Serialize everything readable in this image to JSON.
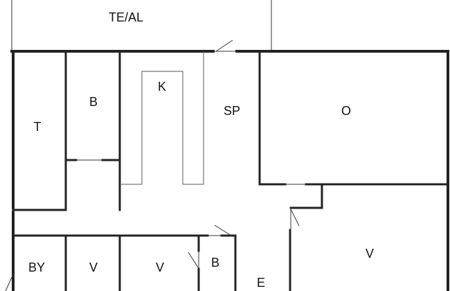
{
  "floorplan": {
    "rooms": [
      {
        "id": "te-al",
        "label": "TE/AL"
      },
      {
        "id": "t",
        "label": "T"
      },
      {
        "id": "b1",
        "label": "B"
      },
      {
        "id": "k",
        "label": "K"
      },
      {
        "id": "sp",
        "label": "SP"
      },
      {
        "id": "o",
        "label": "O"
      },
      {
        "id": "by",
        "label": "BY"
      },
      {
        "id": "v1",
        "label": "V"
      },
      {
        "id": "v2",
        "label": "V"
      },
      {
        "id": "b2",
        "label": "B"
      },
      {
        "id": "e",
        "label": "E"
      },
      {
        "id": "v3",
        "label": "V"
      }
    ],
    "colors": {
      "wall": "#222222",
      "thin": "#333333",
      "background": "#ffffff"
    }
  }
}
